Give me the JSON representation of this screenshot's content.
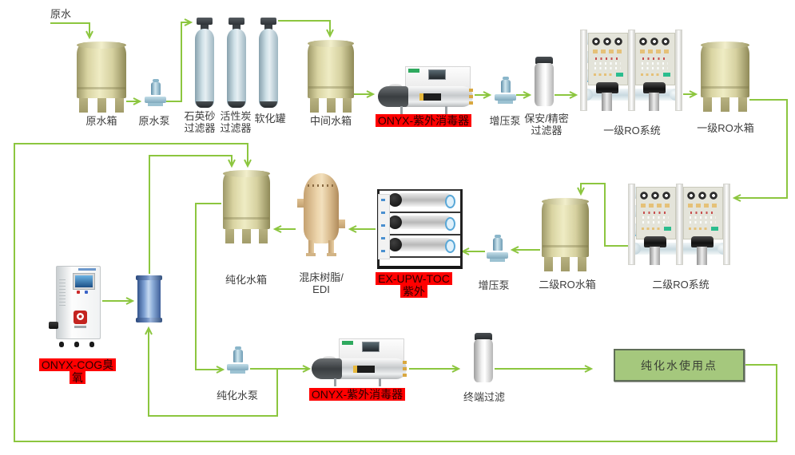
{
  "labels": {
    "source": "原水",
    "raw_water_tank": "原水箱",
    "raw_water_pump": "原水泵",
    "quartz_filter": "石英砂\n过滤器",
    "carbon_filter": "活性炭\n过滤器",
    "softener": "软化罐",
    "intermediate_tank": "中间水箱",
    "uv_disinfector_1": "ONYX-紫外消毒器",
    "booster_pump_1": "增压泵",
    "security_filter": "保安/精密\n过滤器",
    "ro_system_1": "一级RO系统",
    "ro_tank_1": "一级RO水箱",
    "ro_system_2": "二级RO系统",
    "ro_tank_2": "二级RO水箱",
    "booster_pump_2": "增压泵",
    "toc_uv": "EX-UPW-TOC\n紫外",
    "mixed_bed_edi": "混床树脂/\nEDI",
    "purified_tank": "纯化水箱",
    "ozone_generator": "ONYX-COG臭\n氧",
    "purified_pump": "纯化水泵",
    "uv_disinfector_2": "ONYX-紫外消毒器",
    "terminal_filter": "终端过滤",
    "use_point": "纯化水使用点"
  },
  "colors": {
    "connector_green": "#8CC63F",
    "highlight_red": "#FF0000",
    "use_point_fill": "#A5C87D",
    "tank_khaki": "#DFD9A6",
    "label_text": "#3C3C3C"
  }
}
